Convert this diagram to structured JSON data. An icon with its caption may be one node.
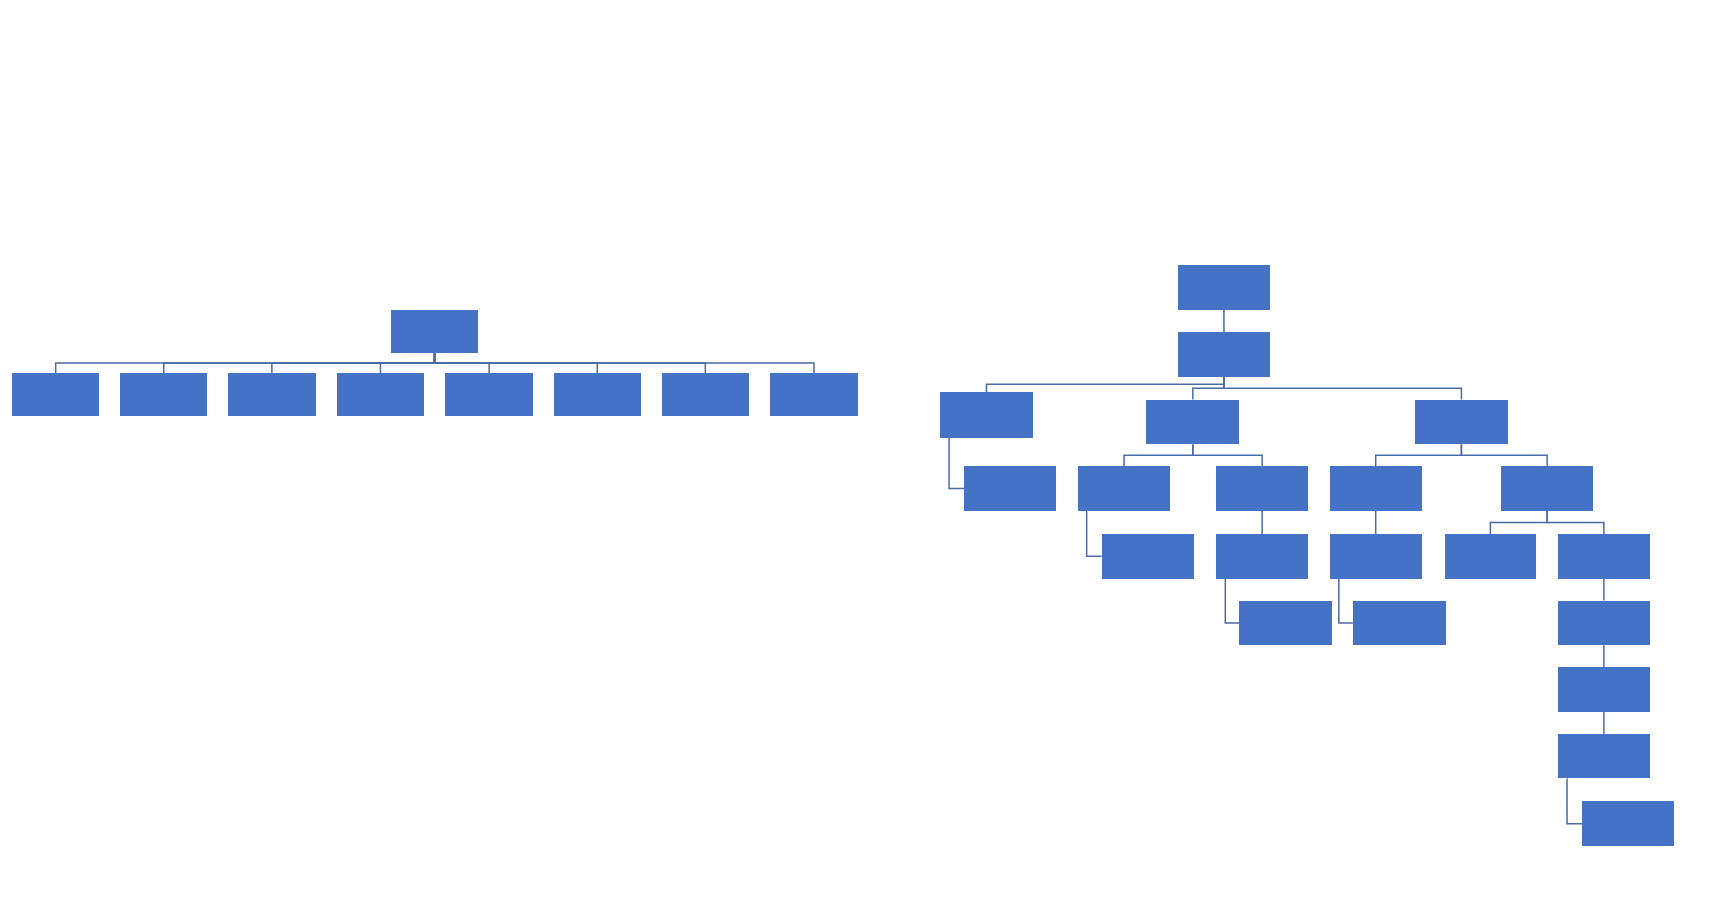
{
  "diagram": {
    "nodes": [
      {
        "text": [],
        "shape": "box"
      },
      {
        "text": [],
        "shape": "box"
      },
      {
        "text": [],
        "shape": "box"
      },
      {
        "text": [],
        "shape": "box"
      },
      {
        "text": [],
        "shape": "box"
      },
      {
        "text": [],
        "shape": "box"
      },
      {
        "text": [],
        "shape": "box"
      },
      {
        "text": [],
        "shape": "box"
      },
      {
        "text": [],
        "shape": "box"
      },
      {
        "text": [],
        "shape": "box"
      },
      {
        "text": [],
        "shape": "box"
      },
      {
        "text": [],
        "shape": "box"
      },
      {
        "text": [],
        "shape": "box"
      },
      {
        "text": [],
        "shape": "box"
      },
      {
        "text": [],
        "shape": "box"
      },
      {
        "text": [],
        "shape": "box"
      },
      {
        "text": [],
        "shape": "box"
      },
      {
        "text": [],
        "shape": "box"
      },
      {
        "text": [],
        "shape": "box"
      },
      {
        "text": [],
        "shape": "box"
      },
      {
        "text": [],
        "shape": "box"
      },
      {
        "text": [],
        "shape": "box"
      },
      {
        "text": [],
        "shape": "box"
      },
      {
        "text": [],
        "shape": "box"
      },
      {
        "text": [],
        "shape": "box"
      },
      {
        "text": [],
        "shape": "box"
      },
      {
        "text": [],
        "shape": "box"
      },
      {
        "text": [],
        "shape": "box"
      },
      {
        "text": [],
        "shape": "box"
      },
      {
        "text": [],
        "shape": "box"
      }
    ],
    "edges": [
      {
        "from": 0,
        "to": 1,
        "arrow": "none"
      },
      {
        "from": 0,
        "to": 2,
        "arrow": "none"
      },
      {
        "from": 0,
        "to": 3,
        "arrow": "none"
      },
      {
        "from": 0,
        "to": 4,
        "arrow": "none"
      },
      {
        "from": 0,
        "to": 5,
        "arrow": "none"
      },
      {
        "from": 0,
        "to": 6,
        "arrow": "none"
      },
      {
        "from": 0,
        "to": 7,
        "arrow": "none"
      },
      {
        "from": 0,
        "to": 8,
        "arrow": "none"
      },
      {
        "from": 9,
        "to": 10,
        "arrow": "none"
      },
      {
        "from": 10,
        "to": 11,
        "arrow": "none"
      },
      {
        "from": 10,
        "to": 12,
        "arrow": "none"
      },
      {
        "from": 10,
        "to": 13,
        "arrow": "none"
      },
      {
        "from": 11,
        "to": 14,
        "arrow": "none"
      },
      {
        "from": 12,
        "to": 15,
        "arrow": "none"
      },
      {
        "from": 12,
        "to": 16,
        "arrow": "none"
      },
      {
        "from": 13,
        "to": 17,
        "arrow": "none"
      },
      {
        "from": 13,
        "to": 18,
        "arrow": "none"
      },
      {
        "from": 15,
        "to": 19,
        "arrow": "none"
      },
      {
        "from": 16,
        "to": 20,
        "arrow": "none"
      },
      {
        "from": 17,
        "to": 21,
        "arrow": "none"
      },
      {
        "from": 18,
        "to": 22,
        "arrow": "none"
      },
      {
        "from": 18,
        "to": 23,
        "arrow": "none"
      },
      {
        "from": 20,
        "to": 24,
        "arrow": "none"
      },
      {
        "from": 21,
        "to": 25,
        "arrow": "none"
      },
      {
        "from": 23,
        "to": 26,
        "arrow": "none"
      },
      {
        "from": 26,
        "to": 27,
        "arrow": "none"
      },
      {
        "from": 27,
        "to": 28,
        "arrow": "none"
      },
      {
        "from": 28,
        "to": 29,
        "arrow": "none"
      }
    ]
  }
}
